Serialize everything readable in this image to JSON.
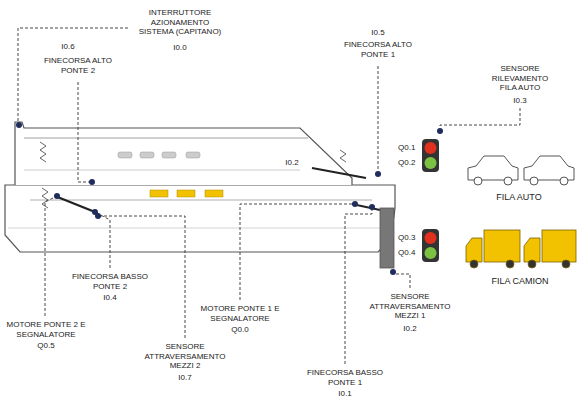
{
  "diagram": {
    "labels": [
      "INTERRUTTORE AZIONAMENTO SISTEMA (CAPITANO)",
      "I0.0",
      "I0.6",
      "FINECORSA ALTO PONTE 2",
      "I0.5",
      "FINECORSA ALTO PONTE 1",
      "SENSORE RILEVAMENTO FILA AUTO",
      "I0.3",
      "Q0.1",
      "Q0.2",
      "FILA AUTO",
      "I0.2",
      "Q0.3",
      "Q0.4",
      "FILA CAMION",
      "FINECORSA BASSO PONTE 2",
      "I0.4",
      "MOTORE PONTE 1 E SEGNALATORE",
      "Q0.0",
      "SENSORE ATTRAVERSAMENTO MEZZI 1",
      "I0.2",
      "MOTORE PONTE 2 E SEGNALATORE",
      "Q0.5",
      "SENSORE ATTRAVERSAMENTO MEZZI 2",
      "I0.7",
      "FINECORSA BASSO PONTE 1",
      "I0.1"
    ]
  }
}
